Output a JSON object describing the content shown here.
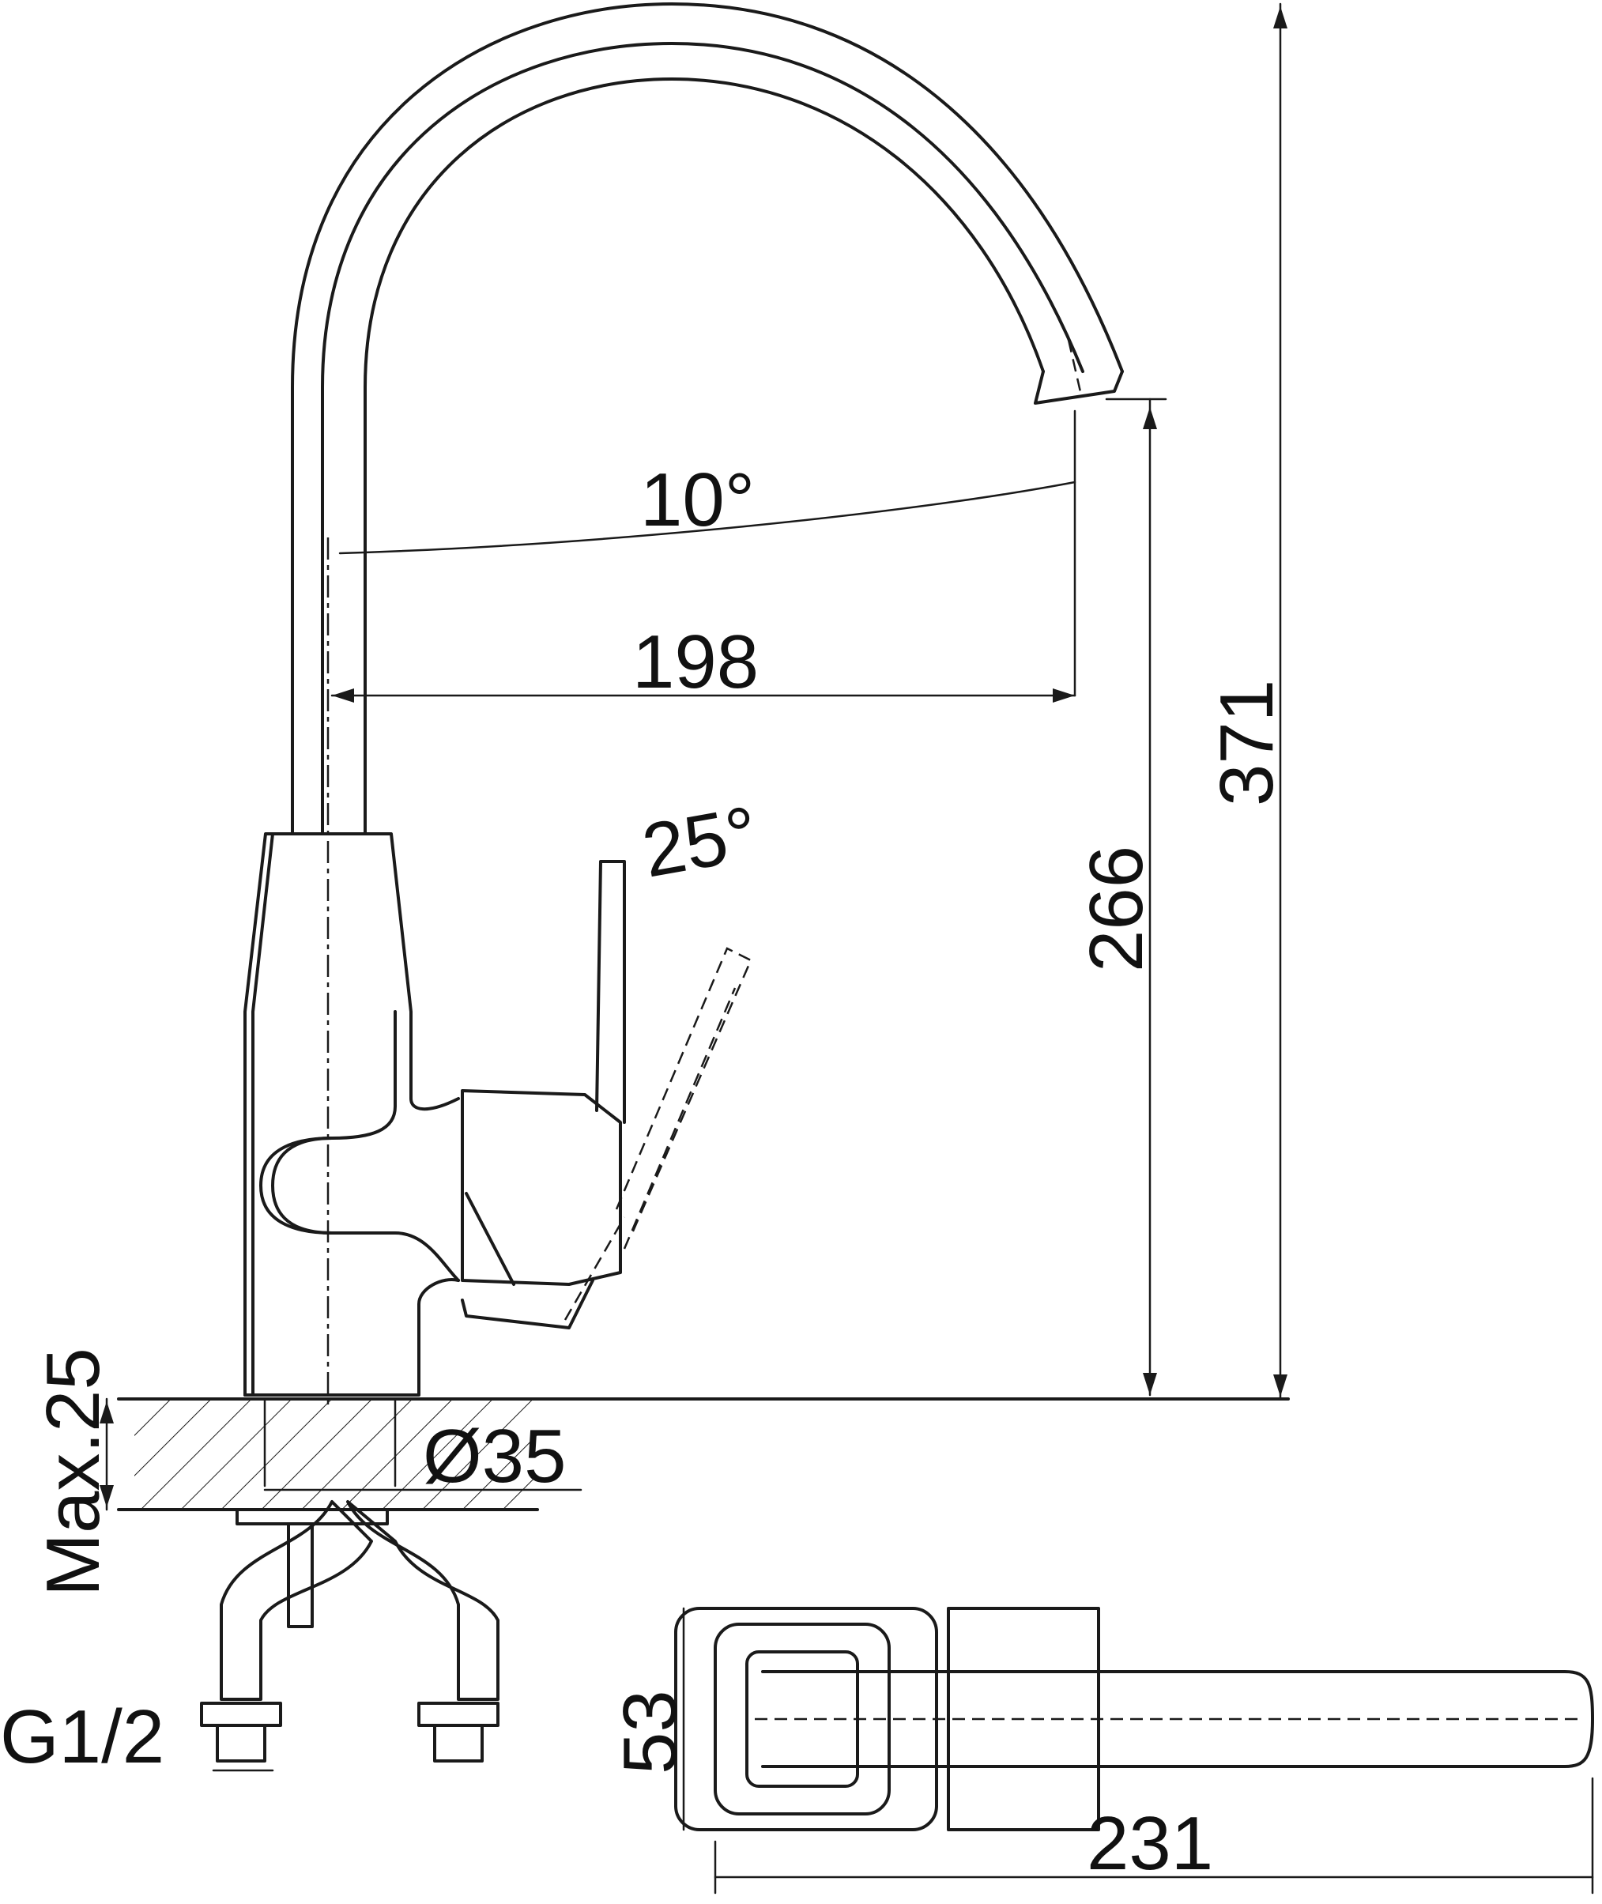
{
  "drawing": {
    "dimensions": {
      "spout_angle": "10°",
      "spout_reach": "198",
      "lever_angle": "25°",
      "spout_height": "266",
      "total_height": "371",
      "max_counter": "Max.25",
      "hole_diameter": "Ø35",
      "connection": "G1/2",
      "plan_width": "53",
      "plan_length": "231"
    },
    "colors": {
      "line": "#1a1a1a",
      "background": "#ffffff"
    }
  }
}
